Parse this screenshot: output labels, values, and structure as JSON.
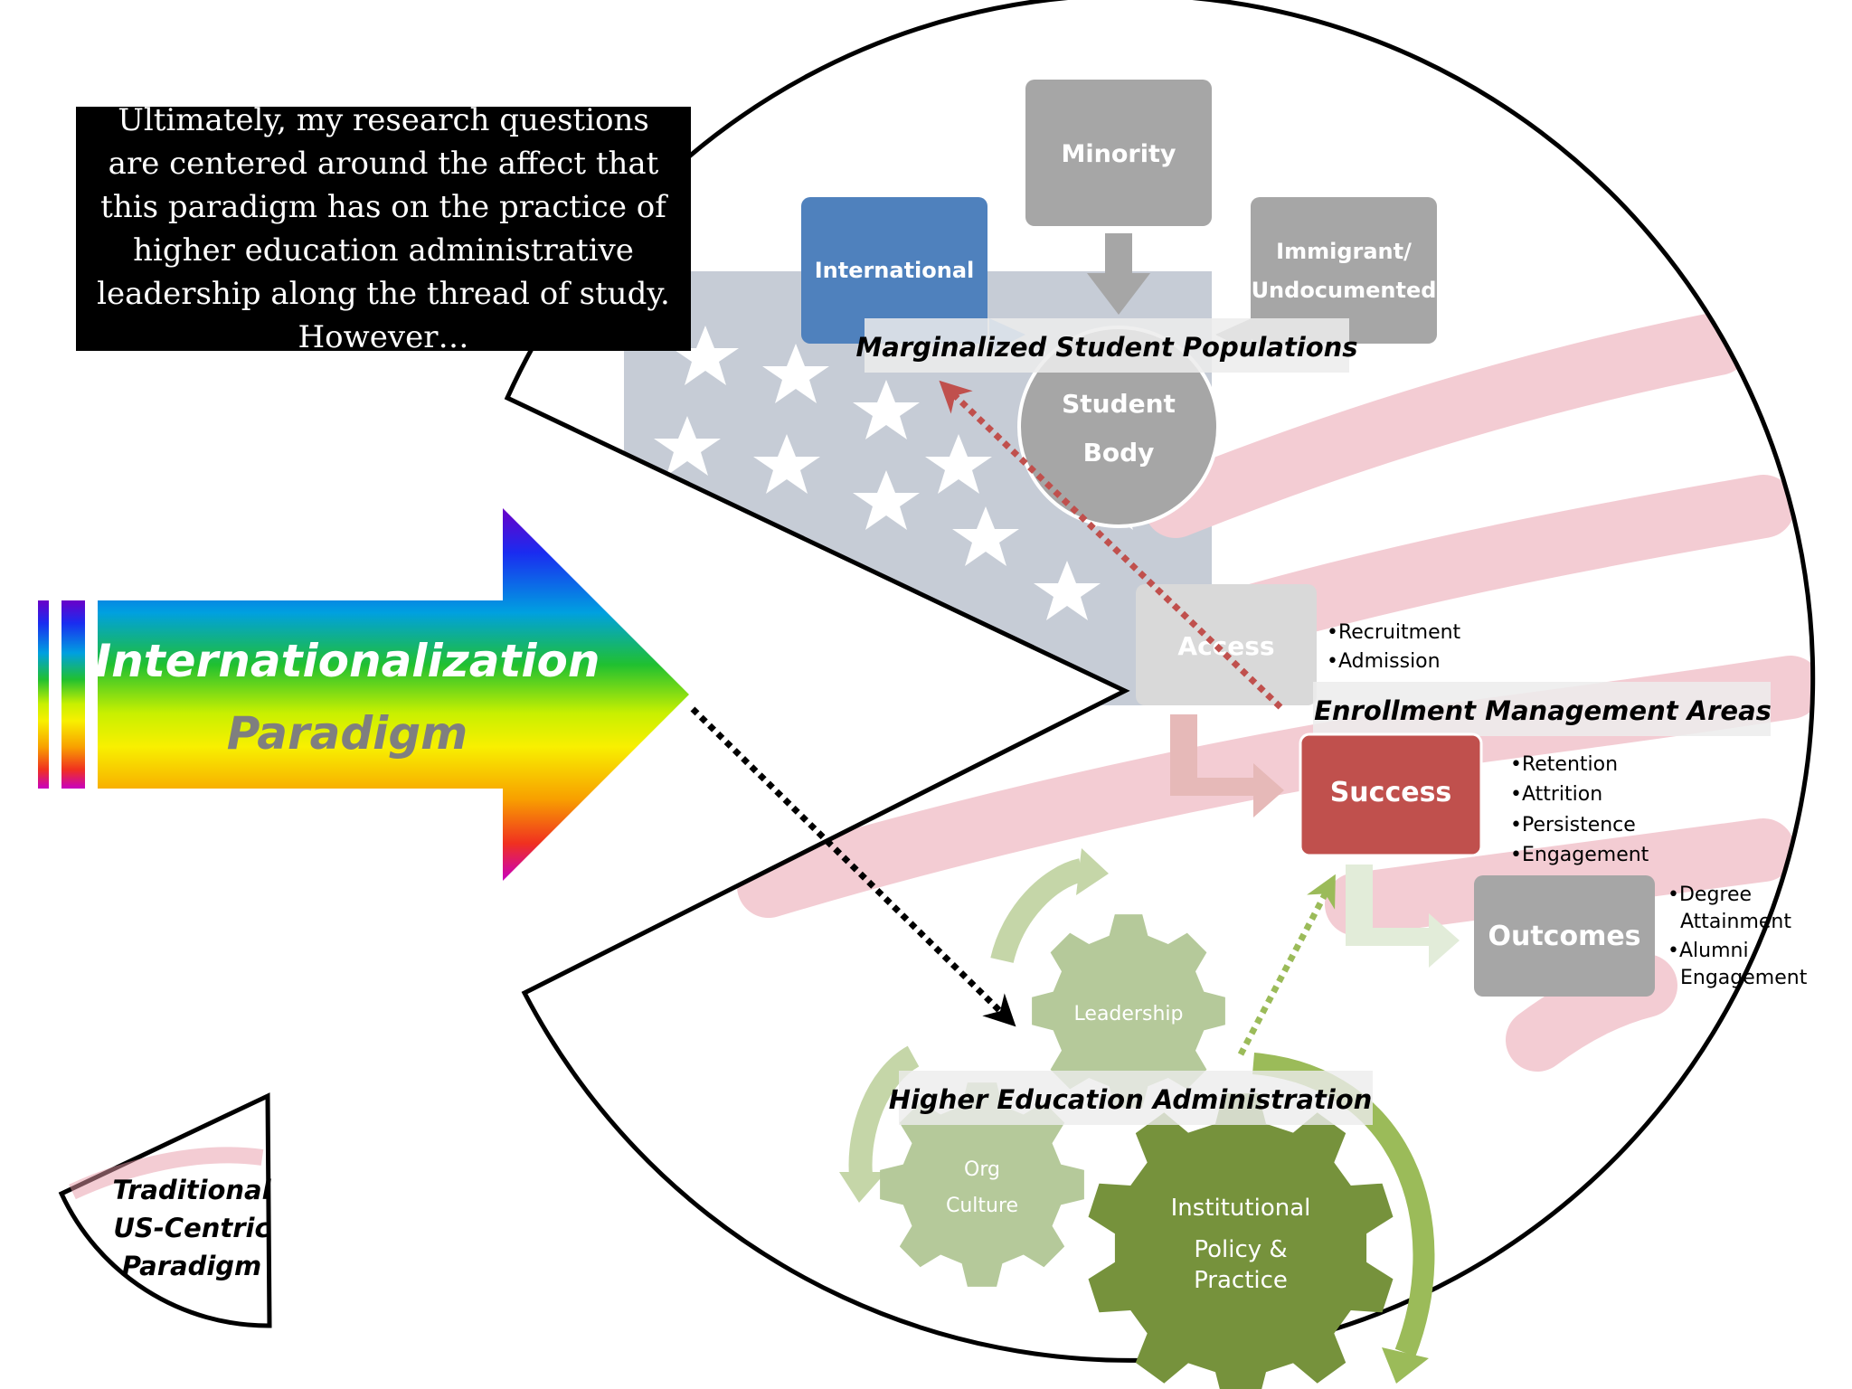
{
  "quote": "Ultimately, my research questions are centered around the affect that this paradigm has  on the practice  of  higher education administrative leadership along the thread of  study. However…",
  "arrow": {
    "line1": "Internationalization",
    "line2": "Paradigm"
  },
  "populations": {
    "minority": "Minority",
    "international": "International",
    "immigrant_line1": "Immigrant/",
    "immigrant_line2": "Undocumented",
    "label": "Marginalized Student Populations"
  },
  "student_body": {
    "line1": "Student",
    "line2": "Body"
  },
  "enrollment": {
    "label": "Enrollment Management Areas",
    "access": {
      "label": "Access",
      "bullets": [
        "•Recruitment",
        "•Admission"
      ]
    },
    "success": {
      "label": "Success",
      "bullets": [
        "•Retention",
        "•Attrition",
        "•Persistence",
        "•Engagement"
      ]
    },
    "outcomes": {
      "label": "Outcomes",
      "bullets": [
        "•Degree",
        "Attainment",
        "•Alumni",
        "Engagement"
      ]
    }
  },
  "administration": {
    "label": "Higher Education Administration",
    "leadership": "Leadership",
    "org_line1": "Org",
    "org_line2": "Culture",
    "policy_line1": "Institutional",
    "policy_line2": "Policy &",
    "policy_line3": "Practice"
  },
  "traditional": {
    "line1": "Traditional",
    "line2": "US-Centric",
    "line3": "Paradigm"
  },
  "colors": {
    "international": "#4f81bd",
    "minority": "#a6a6a6",
    "success": "#c0504d",
    "outcomes": "#a6a6a6",
    "gear_light": "#b5c99a",
    "gear_dark": "#76923c"
  }
}
